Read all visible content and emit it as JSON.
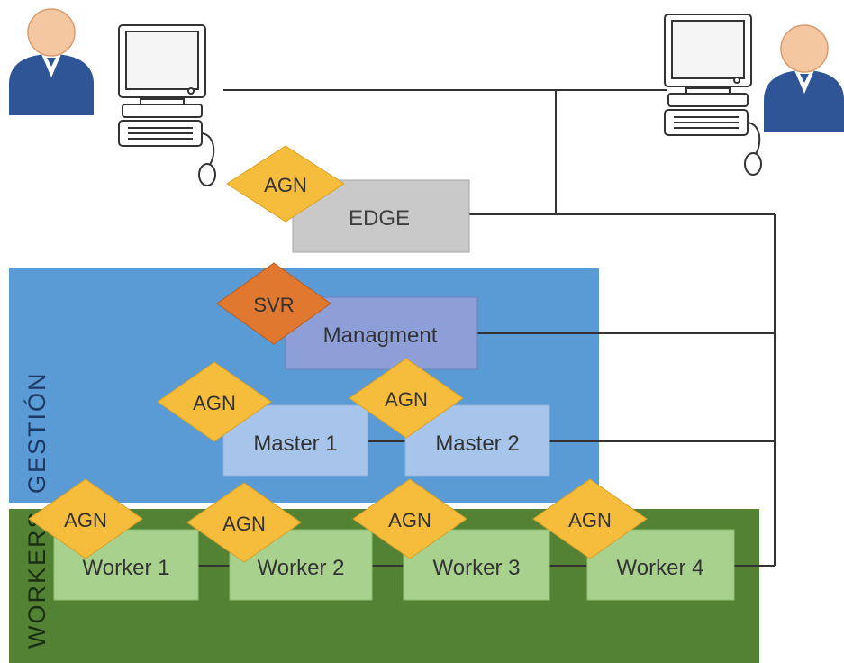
{
  "zones": {
    "gestion": {
      "label": "GESTIÓN",
      "color": "#5b9bd5"
    },
    "workers": {
      "label": "WORKERS",
      "color": "#548235"
    }
  },
  "nodes": {
    "edge": "EDGE",
    "management": "Managment",
    "master1": "Master 1",
    "master2": "Master 2",
    "worker1": "Worker 1",
    "worker2": "Worker 2",
    "worker3": "Worker 3",
    "worker4": "Worker 4"
  },
  "badges": {
    "agent": "AGN",
    "server": "SVR"
  },
  "colors": {
    "agent_badge": "#f6bd3c",
    "server_badge": "#e0782f",
    "edge_box": "#c9c9c9",
    "management_box": "#8e9fd8",
    "master_box": "#a7c5ea",
    "worker_box": "#a9d18e",
    "person_body": "#2f5597",
    "person_head": "#f4c7a1"
  },
  "icons": [
    "user-icon",
    "computer-icon",
    "user-icon",
    "computer-icon"
  ]
}
